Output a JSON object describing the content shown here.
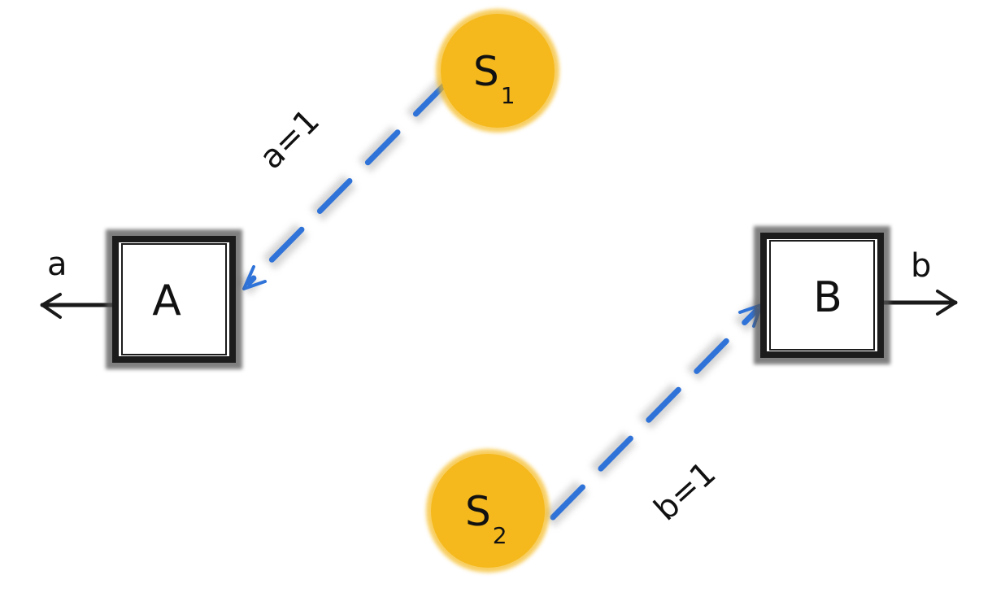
{
  "nodes": {
    "box_a": {
      "label": "A"
    },
    "box_b": {
      "label": "B"
    },
    "source_1": {
      "symbol": "S",
      "subscript": "1"
    },
    "source_2": {
      "symbol": "S",
      "subscript": "2"
    }
  },
  "outputs": {
    "a": {
      "label": "a"
    },
    "b": {
      "label": "b"
    }
  },
  "edges": {
    "s1_to_a": {
      "label": "a=1"
    },
    "s2_to_b": {
      "label": "b=1"
    }
  },
  "colors": {
    "source_fill": "#F5B91E",
    "box_stroke": "#1c1c1c",
    "dash_color": "#2F73D9",
    "halo_color": "#d9d9d9",
    "text_color": "#111111"
  }
}
